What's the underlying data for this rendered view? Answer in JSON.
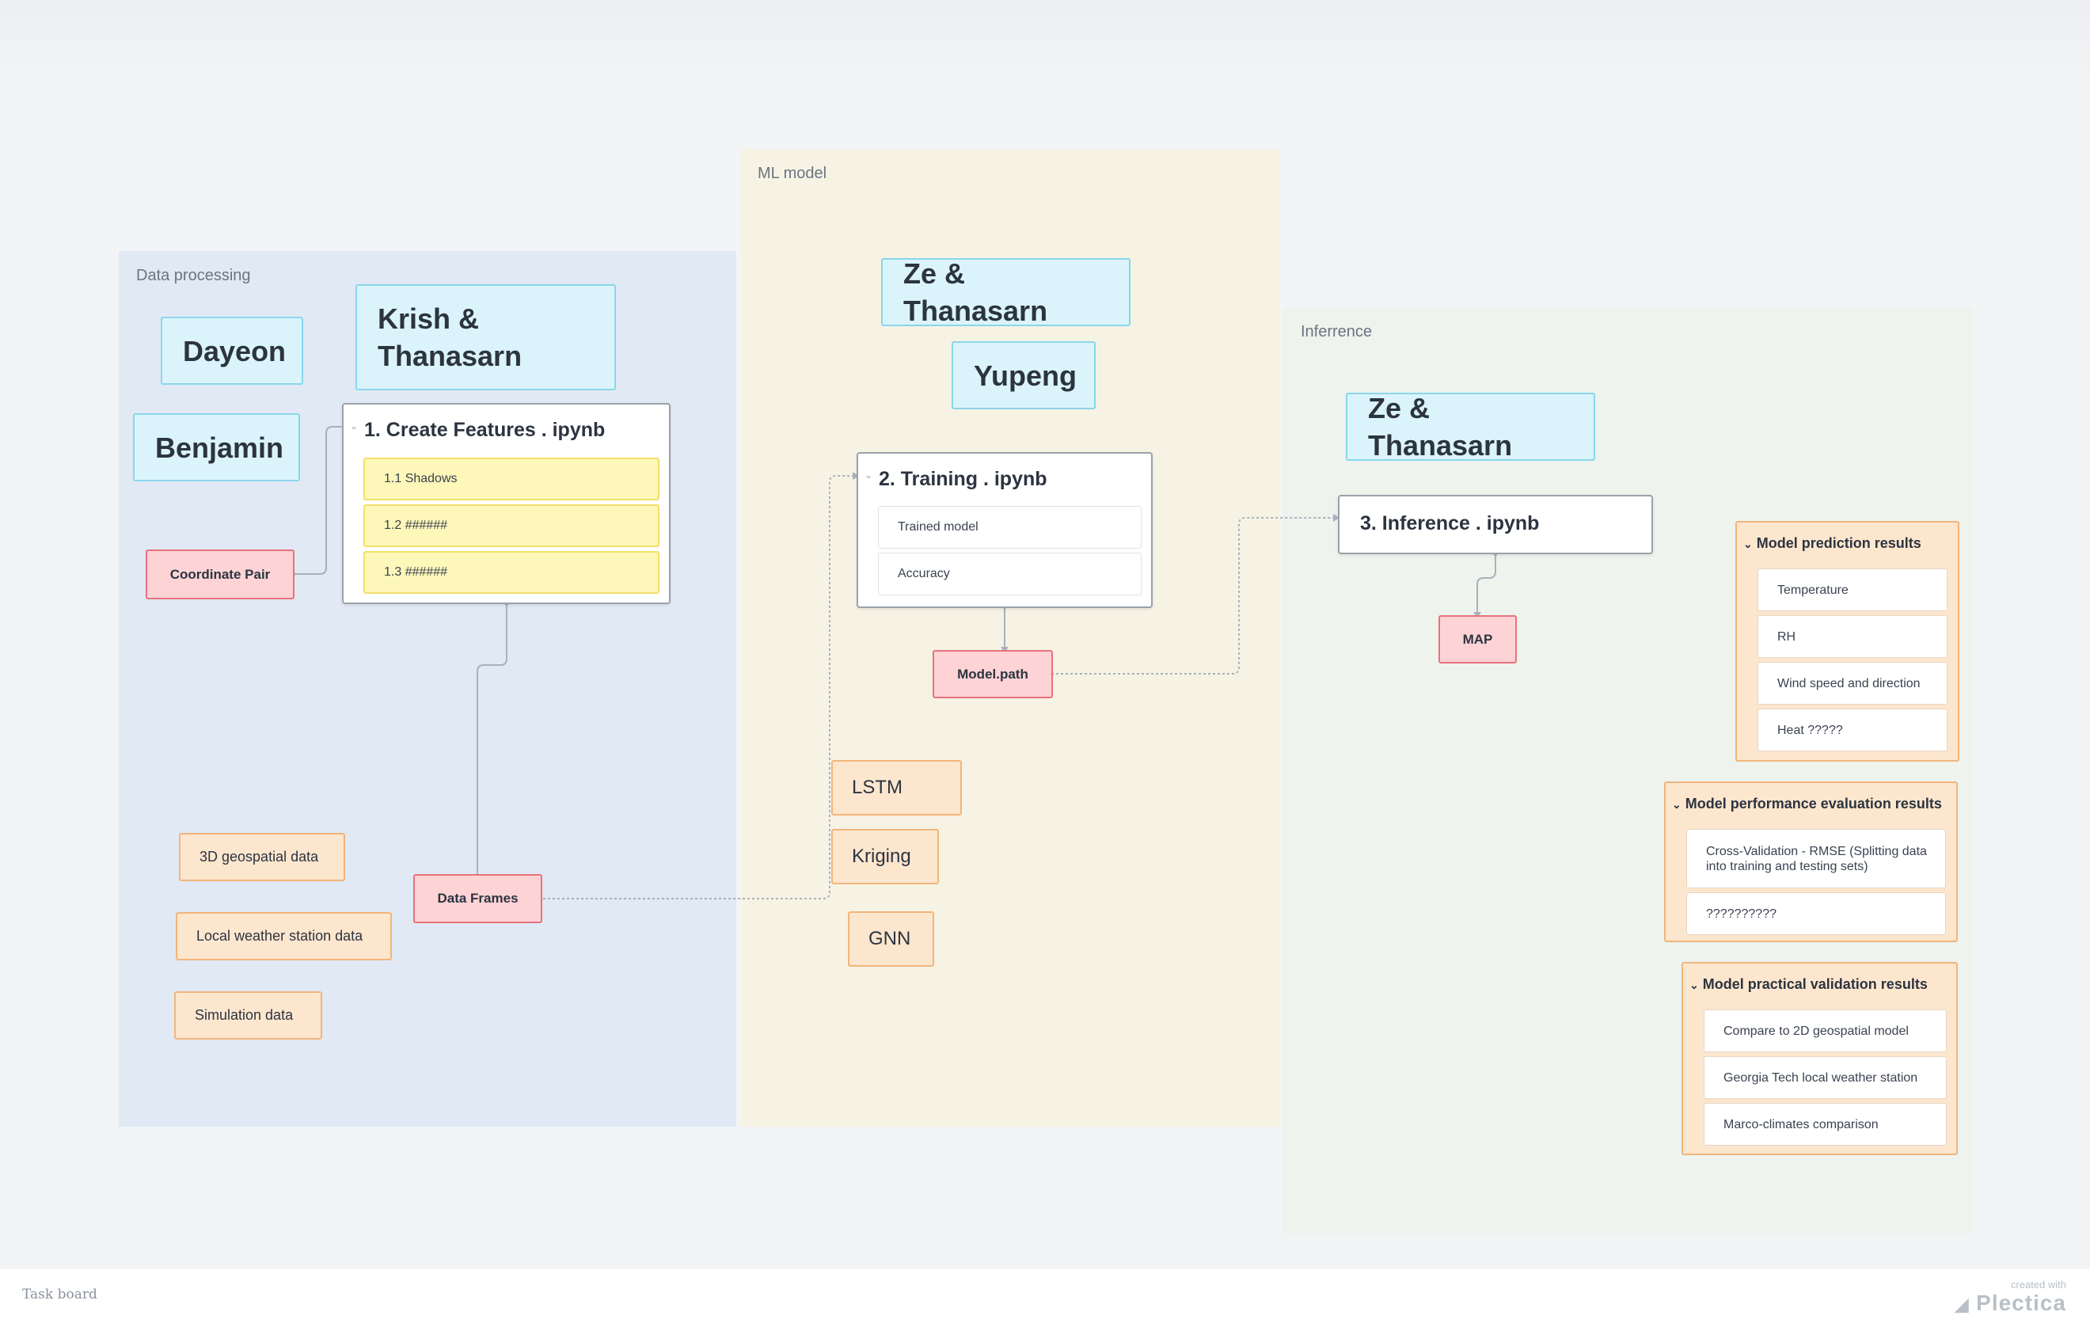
{
  "regions": {
    "data_processing": "Data processing",
    "ml_model": "ML model",
    "inference": "Inferrence"
  },
  "people": {
    "dayeon": "Dayeon",
    "krish": "Krish & Thanasarn",
    "benjamin": "Benjamin",
    "ze_ml": "Ze & Thanasarn",
    "yupeng": "Yupeng",
    "ze_inf": "Ze & Thanasarn"
  },
  "notebooks": {
    "create_features": {
      "title": "1. Create Features . ipynb",
      "items": [
        "1.1 Shadows",
        "1.2 ######",
        "1.3 ######"
      ]
    },
    "training": {
      "title": "2. Training . ipynb",
      "items": [
        "Trained model",
        "Accuracy"
      ]
    },
    "inference": {
      "title": "3. Inference . ipynb"
    }
  },
  "artifacts": {
    "coordinate_pair": "Coordinate Pair",
    "data_frames": "Data Frames",
    "model_path": "Model.path",
    "map": "MAP"
  },
  "data_sources": [
    "3D geospatial data",
    "Local weather station data",
    "Simulation data"
  ],
  "models": [
    "LSTM",
    "Kriging",
    "GNN"
  ],
  "result_groups": {
    "prediction": {
      "title": "Model prediction results",
      "items": [
        "Temperature",
        "RH",
        "Wind speed and direction",
        "Heat ?????"
      ]
    },
    "performance": {
      "title": "Model performance evaluation results",
      "items": [
        "Cross-Validation - RMSE (Splitting data into training and testing sets)",
        "??????????"
      ]
    },
    "practical": {
      "title": "Model practical validation results",
      "items": [
        "Compare to 2D geospatial model",
        "Georgia Tech local weather station",
        "Marco-climates comparison"
      ]
    }
  },
  "footer": {
    "board_name": "Task board",
    "created_with": "created with",
    "brand": "Plectica"
  },
  "colors": {
    "data_processing_bg": "#e1e9f5",
    "ml_model_bg": "#f6f3e5",
    "inference_bg": "#eef3ee",
    "name_card": "#dbf4fb",
    "artifact": "#fdd3d6",
    "source": "#fde6ce",
    "subtask": "#fdf7b9",
    "connector": "#a8b1bc"
  }
}
